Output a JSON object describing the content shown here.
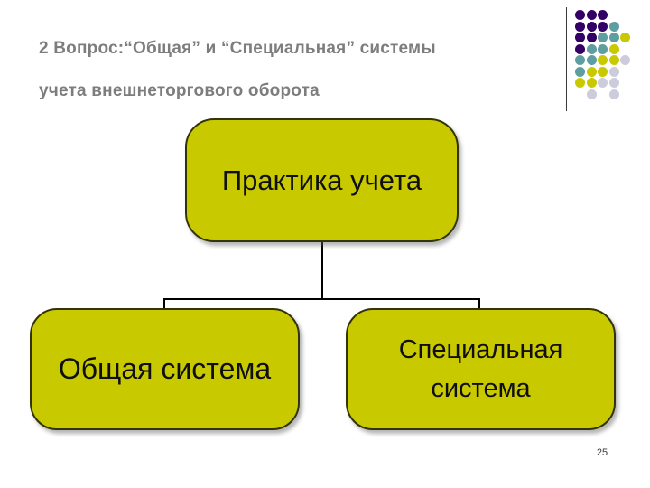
{
  "slide": {
    "title": {
      "line1": "2 Вопрос:“Общая” и “Специальная” системы",
      "line2": "учета внешнеторгового оборота",
      "color": "#7d7d7d"
    },
    "diagram": {
      "type": "flowchart",
      "node_fill": "#C9C900",
      "node_border": "#33330A",
      "connector_color": "#000000",
      "nodes": {
        "root": {
          "label": "Практика учета"
        },
        "left": {
          "label": "Общая система"
        },
        "right": {
          "label": "Специальная система"
        }
      },
      "edges": [
        [
          "root",
          "left"
        ],
        [
          "root",
          "right"
        ]
      ]
    },
    "decoration": {
      "dot_colors": {
        "purple": "#330066",
        "teal": "#5F9EA0",
        "yellow": "#C9C900",
        "gray": "#CCCCDD"
      },
      "dot_rows": [
        [
          "purple",
          "purple",
          "purple",
          null,
          null
        ],
        [
          "purple",
          "purple",
          "purple",
          "teal",
          null
        ],
        [
          "purple",
          "purple",
          "teal",
          "teal",
          "yellow"
        ],
        [
          "purple",
          "teal",
          "teal",
          "yellow",
          null
        ],
        [
          "teal",
          "teal",
          "yellow",
          "yellow",
          "gray"
        ],
        [
          "teal",
          "yellow",
          "yellow",
          "gray",
          null
        ],
        [
          "yellow",
          "yellow",
          "gray",
          "gray",
          null
        ],
        [
          null,
          "gray",
          null,
          "gray",
          null
        ]
      ]
    },
    "page_number": "25"
  }
}
